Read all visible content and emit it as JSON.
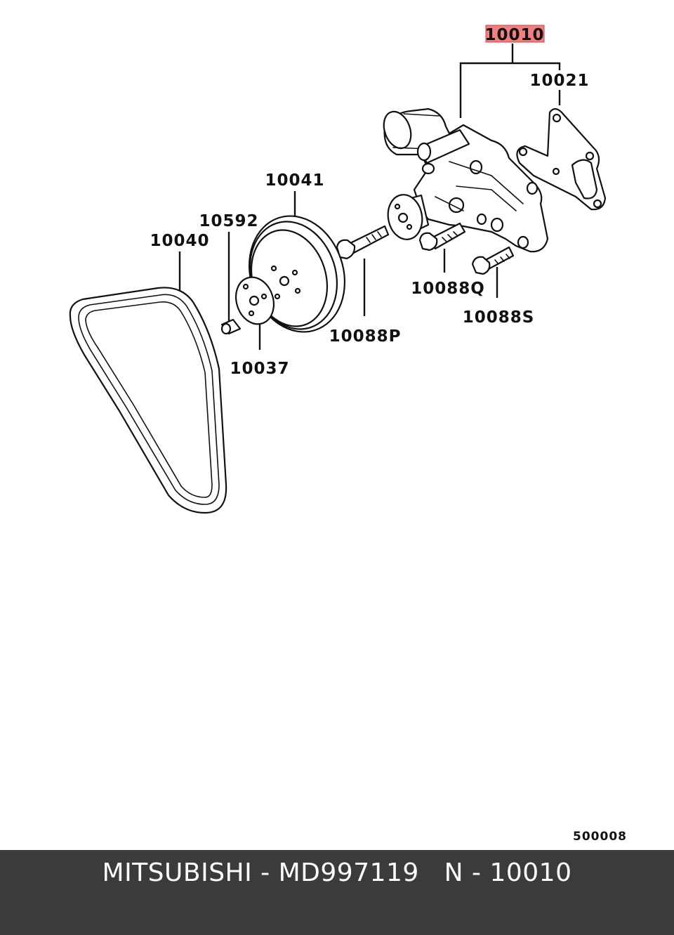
{
  "diagram": {
    "highlight_color": "#f08080",
    "labels": {
      "water_pump_assy": "10010",
      "gasket": "10021",
      "pulley": "10041",
      "plug": "10592",
      "v_belt": "10040",
      "hub": "10037",
      "bolt_p": "10088P",
      "bolt_q": "10088Q",
      "bolt_s": "10088S"
    },
    "figure_number": "500008"
  },
  "footer": {
    "text": "MITSUBISHI - MD997119   N - 10010",
    "background": "#3b3b3b",
    "text_color": "#ffffff"
  }
}
